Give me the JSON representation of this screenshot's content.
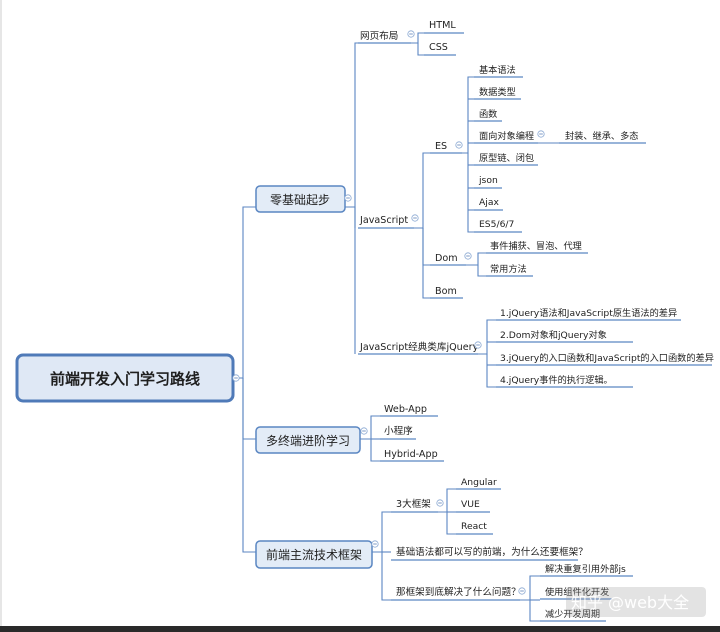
{
  "root": "前端开发入门学习路线",
  "branches": [
    {
      "label": "零基础起步"
    },
    {
      "label": "多终端进阶学习"
    },
    {
      "label": "前端主流技术框架"
    }
  ],
  "zero": {
    "webLayout": "网页布局",
    "html": "HTML",
    "css": "CSS",
    "javascript": "JavaScript",
    "es": "ES",
    "es_items": [
      "基本语法",
      "数据类型",
      "函数",
      "面向对象编程",
      "原型链、闭包",
      "json",
      "Ajax",
      "ES5/6/7"
    ],
    "oop_detail": "封装、继承、多态",
    "dom": "Dom",
    "dom_items": [
      "事件捕获、冒泡、代理",
      "常用方法"
    ],
    "bom": "Bom",
    "jquery": "JavaScript经典类库jQuery",
    "jquery_items": [
      "1.jQuery语法和JavaScript原生语法的差异",
      "2.Dom对象和jQuery对象",
      "3.jQuery的入口函数和JavaScript的入口函数的差异",
      "4.jQuery事件的执行逻辑。"
    ]
  },
  "multi": {
    "items": [
      "Web-App",
      "小程序",
      "Hybrid-App"
    ]
  },
  "frameworks": {
    "three": "3大框架",
    "three_items": [
      "Angular",
      "VUE",
      "React"
    ],
    "q1": "基础语法都可以写的前端，为什么还要框架？",
    "q2": "那框架到底解决了什么问题？",
    "q2_items": [
      "解决重复引用外部js",
      "使用组件化开发",
      "减少开发周期"
    ]
  },
  "watermark": {
    "logo": "知乎",
    "handle": "@web大全"
  }
}
